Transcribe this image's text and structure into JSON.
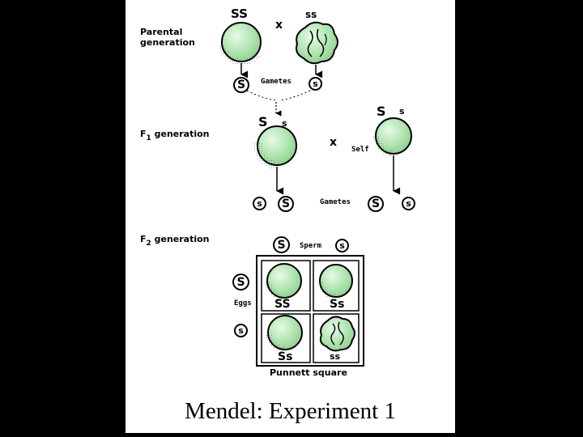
{
  "title": "Mendel: Experiment 1",
  "parental": {
    "label_line1": "Parental",
    "label_line2": "generation",
    "left_genotype": "SS",
    "right_genotype": "ss",
    "cross": "x",
    "gamete_left": "S",
    "gamete_right": "s",
    "gametes_label": "Gametes"
  },
  "f1": {
    "label_f": "F",
    "label_sub": "1",
    "label_rest": " generation",
    "left_allele_big": "S",
    "left_allele_small": "s",
    "right_allele_big": "S",
    "right_allele_small": "s",
    "cross": "x",
    "self_label": "Self",
    "gametes_label": "Gametes",
    "gametes": [
      "s",
      "S",
      "S",
      "s"
    ]
  },
  "f2": {
    "label_f": "F",
    "label_sub": "2",
    "label_rest": " generation",
    "sperm_label": "Sperm",
    "sperm_alleles": [
      "S",
      "s"
    ],
    "eggs_label": "Eggs",
    "egg_alleles": [
      "S",
      "s"
    ],
    "cells": [
      {
        "genotype": "SS",
        "seed": "round"
      },
      {
        "genotype": "Ss",
        "seed": "round"
      },
      {
        "genotype": "Ss",
        "seed": "round"
      },
      {
        "genotype": "ss",
        "seed": "wrinkled"
      }
    ],
    "punnett_label": "Punnett square"
  },
  "colors": {
    "seed_fill": "#b4e6b4",
    "seed_highlight": "#e8fae8",
    "outline": "#000000",
    "background": "#000000",
    "slide": "#ffffff"
  }
}
